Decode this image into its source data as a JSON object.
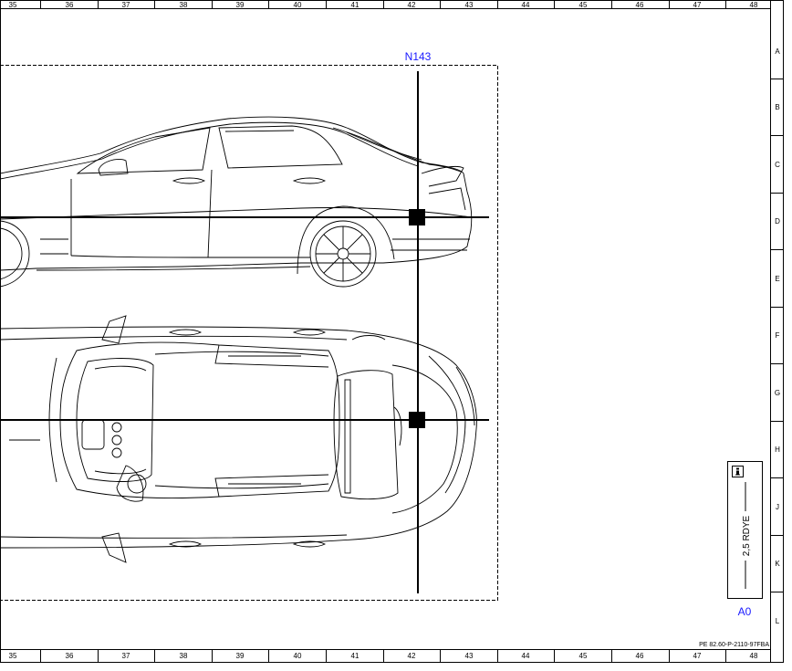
{
  "grid": {
    "columns": [
      "35",
      "36",
      "37",
      "38",
      "39",
      "40",
      "41",
      "42",
      "43",
      "44",
      "45",
      "46",
      "47",
      "48"
    ],
    "rows": [
      "A",
      "B",
      "C",
      "D",
      "E",
      "F",
      "G",
      "H",
      "J",
      "K",
      "L"
    ]
  },
  "component": {
    "label": "N143",
    "color": "#1a1aff"
  },
  "connector": {
    "info_icon": "info-icon",
    "wire_label": "2,5 RDYE",
    "name": "A0",
    "name_color": "#1a1aff"
  },
  "document": {
    "reference": "PE 82.60-P-2110-97FBA"
  }
}
